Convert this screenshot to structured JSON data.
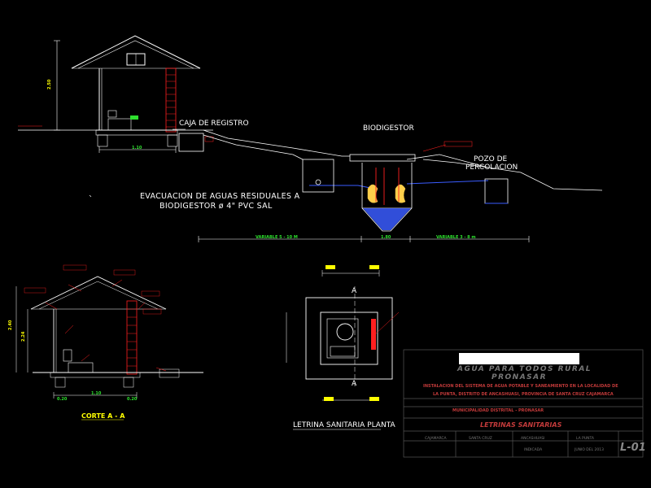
{
  "labels": {
    "caja_registro": "CAJA DE REGISTRO",
    "biodigestor": "BIODIGESTOR",
    "pozo_line1": "POZO DE",
    "pozo_line2": "PERCOLACION",
    "evac_line1": "EVACUACION DE AGUAS RESIDUALES A",
    "evac_line2": "BIODIGESTOR ø 4\" PVC SAL",
    "corte": "CORTE A - A",
    "planta": "LETRINA SANITARIA PLANTA",
    "section_a_top": "A",
    "section_a_bottom": "A"
  },
  "dimensions": {
    "height_elev": "2.50",
    "width_elev": "1.10",
    "var_left": "VARIABLE 5 - 10 M",
    "mid": "1.80",
    "var_right": "VARIABLE 3 - 8 m",
    "corte_h1": "2.40",
    "corte_h2": "2.24",
    "corte_w": "1.10",
    "corte_ext1": "0.20",
    "corte_ext2": "0.20"
  },
  "title_block": {
    "project_line1": "AGUA PARA TODOS RURAL",
    "project_line2": "PRONASAR",
    "description1": "INSTALACION DEL SISTEMA DE AGUA POTABLE Y SANEAMIENTO EN LA LOCALIDAD DE",
    "description2": "LA PUNTA, DISTRITO DE ANCASHUASI, PROVINCIA DE SANTA CRUZ CAJAMARCA",
    "entity": "MUNICIPALIDAD DISTRITAL - PRONASAR",
    "drawing": "LETRINAS SANITARIAS",
    "dept": "CAJAMARCA",
    "province": "SANTA CRUZ",
    "district": "ANCASHUASI",
    "locality": "LA PUNTA",
    "scale": "INDICADA",
    "date": "JUNIO DEL 2013",
    "sheet": "L-01"
  },
  "colors": {
    "background": "#000000",
    "line": "#ffffff",
    "accent_red": "#ff2020",
    "accent_green": "#2ee02e",
    "accent_blue": "#3a5cff",
    "accent_yellow": "#ffff00",
    "title_block": "#555555"
  }
}
